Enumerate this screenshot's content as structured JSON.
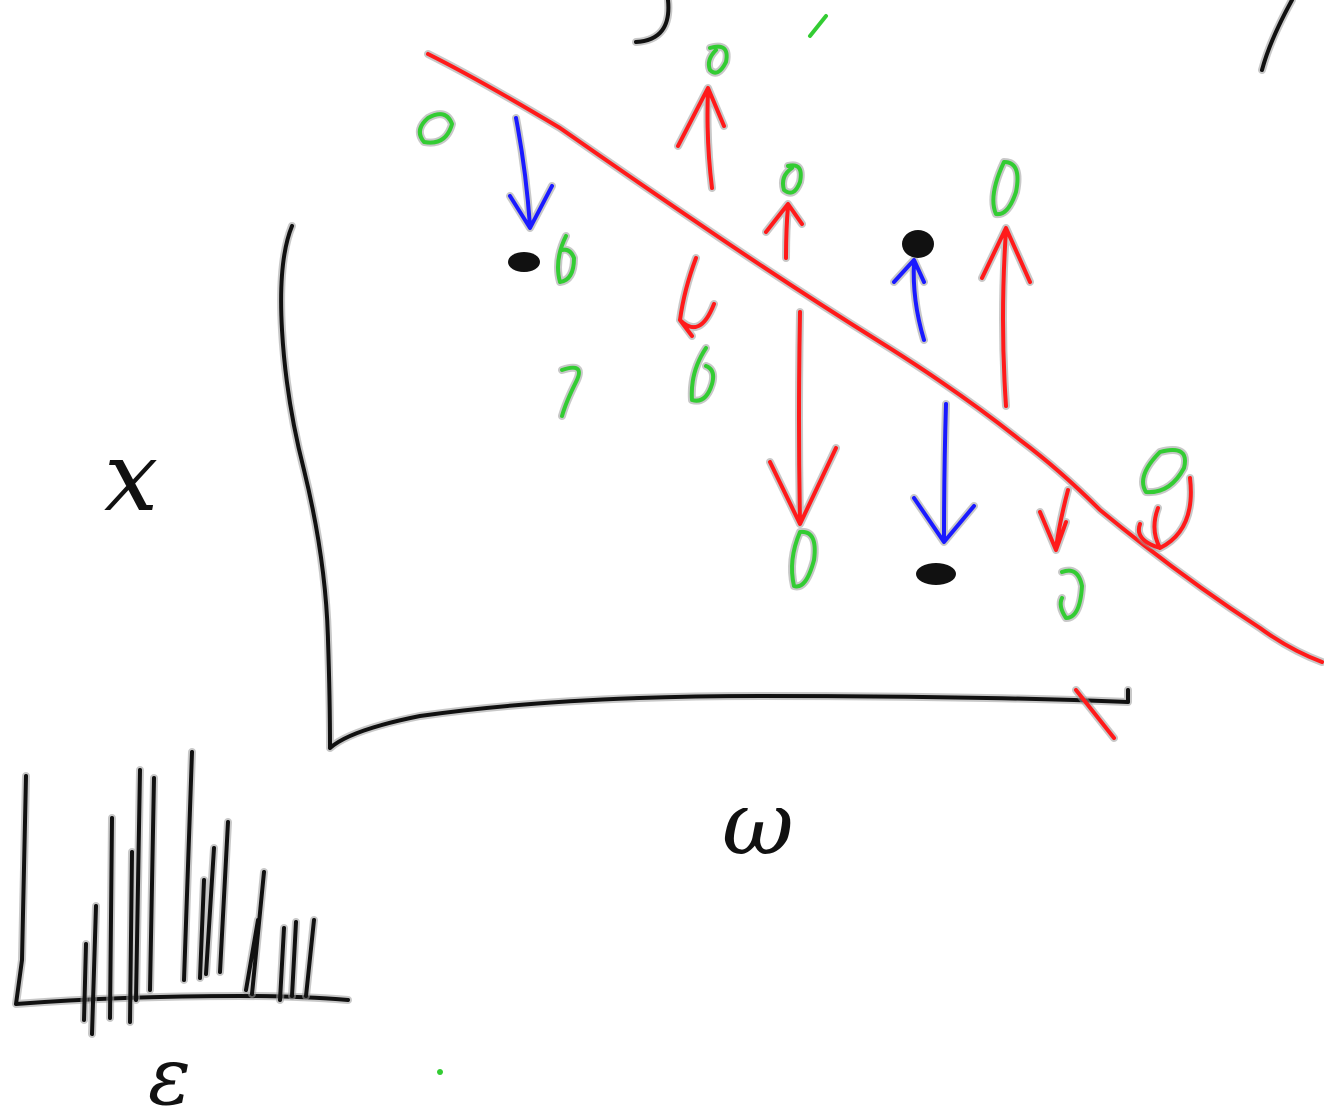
{
  "labels": {
    "y_axis": "x",
    "x_axis": "ω",
    "histogram_axis": "ε"
  },
  "colors": {
    "axes": "#111111",
    "regression_line": "#ff1a1a",
    "residual_arrow_red": "#ff1a1a",
    "residual_arrow_blue": "#1a1aff",
    "observed_point": "#33cc33",
    "marked_point": "#111111",
    "background": "#ffffff"
  }
}
